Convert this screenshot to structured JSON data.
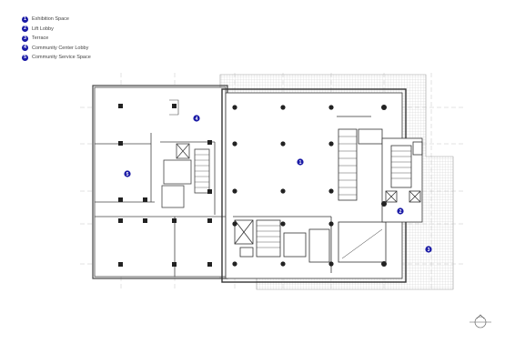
{
  "legend": {
    "items": [
      {
        "num": "1",
        "label": "Exhibition Space"
      },
      {
        "num": "2",
        "label": "Lift Lobby"
      },
      {
        "num": "3",
        "label": "Terrace"
      },
      {
        "num": "4",
        "label": "Community Center Lobby"
      },
      {
        "num": "5",
        "label": "Community Service Space"
      }
    ]
  },
  "markers": {
    "m1": "1",
    "m2": "2",
    "m3": "3",
    "m4": "4",
    "m5": "5"
  },
  "colors": {
    "marker": "#1a1aa6",
    "wall": "#333333",
    "hatch": "#bdbdbd",
    "grid": "#b5b5b5"
  },
  "icons": {
    "north": "north-arrow-icon"
  }
}
